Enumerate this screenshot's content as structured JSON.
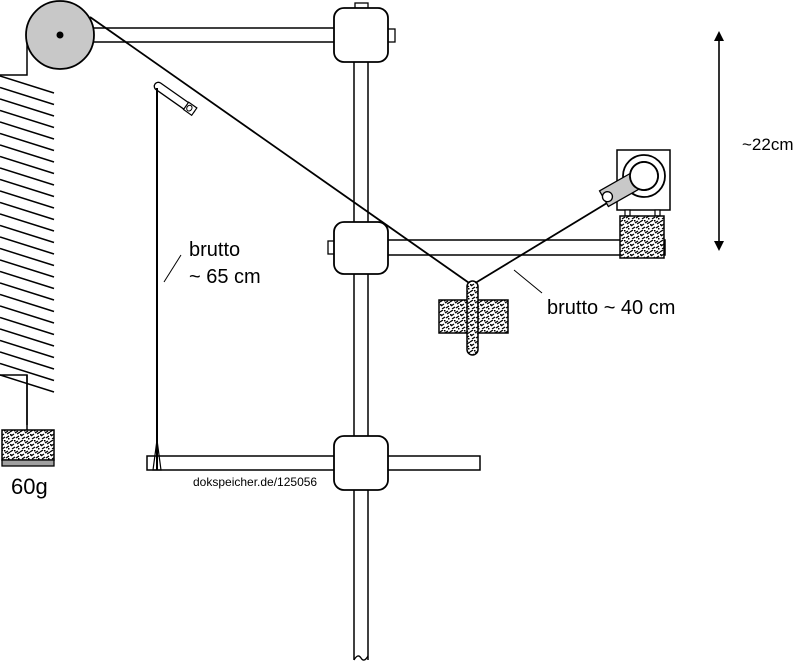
{
  "diagram": {
    "labels": {
      "rope_left_line1": "brutto",
      "rope_left_line2": "~ 65 cm",
      "rope_right": "brutto ~ 40 cm",
      "height_dimension": "~22cm",
      "counterweight": "60g",
      "watermark": "dokspeicher.de/125056"
    },
    "colors": {
      "line": "#000000",
      "pulley_fill": "#c8c8c8",
      "weight_base": "#a0a0a0",
      "background": "#ffffff"
    }
  }
}
